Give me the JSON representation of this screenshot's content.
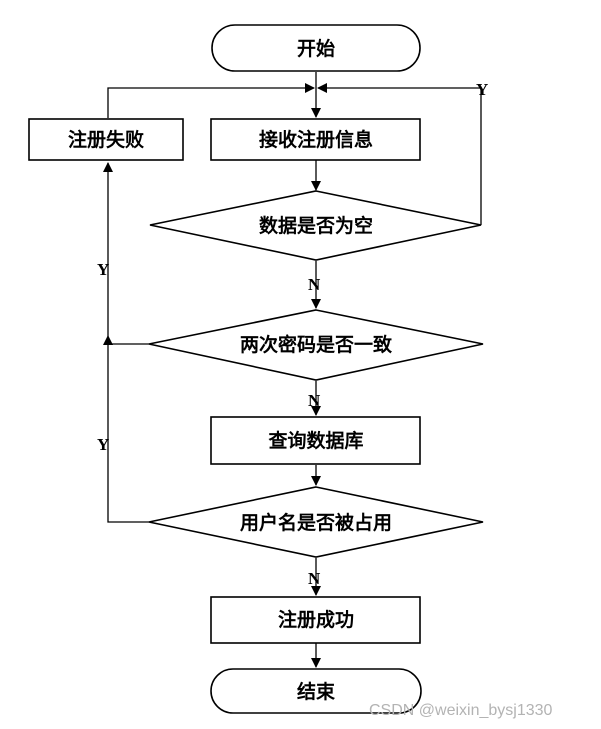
{
  "flowchart": {
    "start": "开始",
    "receive": "接收注册信息",
    "fail": "注册失败",
    "check_empty": "数据是否为空",
    "check_password": "两次密码是否一致",
    "query_db": "查询数据库",
    "check_username": "用户名是否被占用",
    "success": "注册成功",
    "end": "结束",
    "branch_labels": {
      "empty_yes": "Y",
      "empty_no": "N",
      "password_yes": "Y",
      "password_no": "N",
      "username_yes": "Y",
      "username_no": "N"
    }
  },
  "watermark": "CSDN @weixin_bysj1330"
}
